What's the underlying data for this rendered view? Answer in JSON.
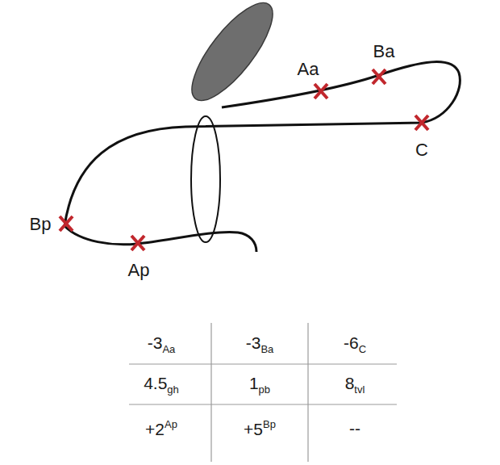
{
  "diagram": {
    "labels": [
      "Aa",
      "Ba",
      "C",
      "Bp",
      "Ap",
      "-3",
      "Aa",
      "-3",
      "Ba",
      "-6",
      "C",
      "4.5",
      "gh",
      "1",
      "pb",
      "8",
      "tvl",
      "+2",
      "Ap",
      "+5",
      "Bp",
      "--"
    ]
  }
}
